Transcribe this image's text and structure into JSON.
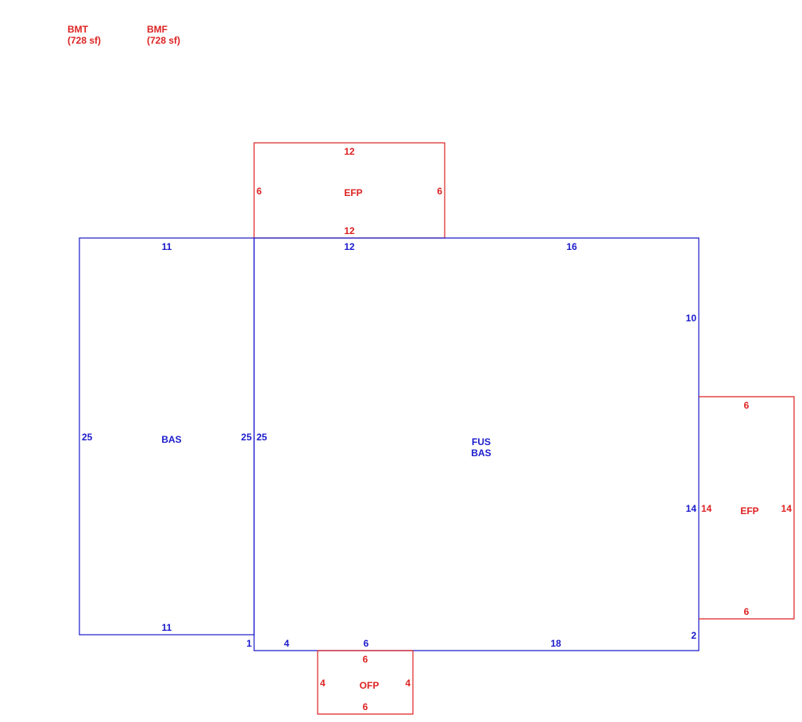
{
  "colors": {
    "living": "#1a1acc",
    "porch": "#dd2222",
    "background": "#ffffff"
  },
  "legend": [
    {
      "code": "BMT",
      "area": "(728 sf)"
    },
    {
      "code": "BMF",
      "area": "(728 sf)"
    }
  ],
  "areas": [
    {
      "id": "efp-top",
      "labels": [
        "EFP"
      ],
      "kind": "porch",
      "dims": {
        "top": "12",
        "bottom": "12",
        "left": "6",
        "right": "6"
      }
    },
    {
      "id": "bas-left",
      "labels": [
        "BAS"
      ],
      "kind": "living",
      "dims": {
        "top": "11",
        "bottom": "11",
        "left": "25",
        "right": "25"
      }
    },
    {
      "id": "fus-bas-main",
      "labels": [
        "FUS",
        "BAS"
      ],
      "kind": "living",
      "dims": {
        "top_a": "12",
        "top_b": "16",
        "right_upper": "10",
        "right_lower": "14",
        "right_foot": "2",
        "left": "25",
        "left_foot": "1",
        "bottom_a": "4",
        "bottom_b": "6",
        "bottom_c": "18"
      }
    },
    {
      "id": "efp-right",
      "labels": [
        "EFP"
      ],
      "kind": "porch",
      "dims": {
        "top": "6",
        "bottom": "6",
        "left": "14",
        "right": "14"
      }
    },
    {
      "id": "ofp-bottom",
      "labels": [
        "OFP"
      ],
      "kind": "porch",
      "dims": {
        "top": "6",
        "bottom": "6",
        "left": "4",
        "right": "4"
      }
    }
  ]
}
